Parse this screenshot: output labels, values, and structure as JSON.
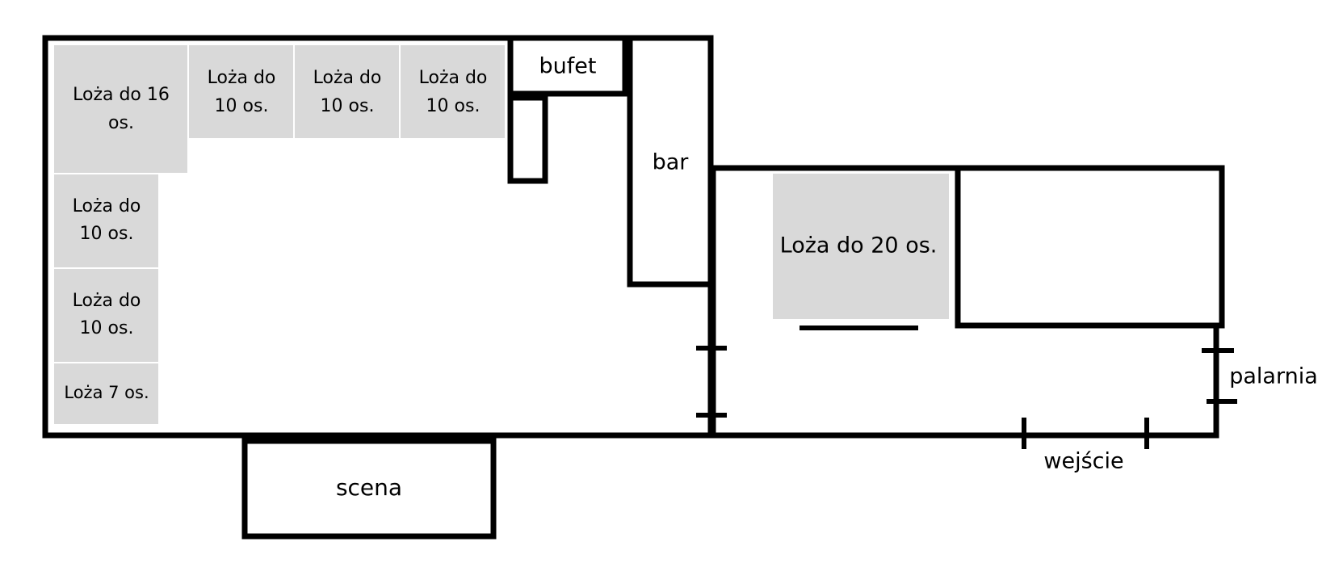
{
  "colors": {
    "wall": "#000000",
    "booth_fill": "#d9d9d9",
    "background": "#ffffff"
  },
  "booths": {
    "top_16": [
      "Loża do 16",
      "os."
    ],
    "top_10_a": [
      "Loża do",
      "10 os."
    ],
    "top_10_b": [
      "Loża do",
      "10 os."
    ],
    "top_10_c": [
      "Loża do",
      "10 os."
    ],
    "left_10_a": [
      "Loża do",
      "10 os."
    ],
    "left_10_b": [
      "Loża do",
      "10 os."
    ],
    "left_7": "Loża 7 os.",
    "right_20": "Loża do 20 os."
  },
  "labels": {
    "bufet": "bufet",
    "bar": "bar",
    "scena": "scena",
    "wejscie": "wejście",
    "palarnia": "palarnia"
  }
}
